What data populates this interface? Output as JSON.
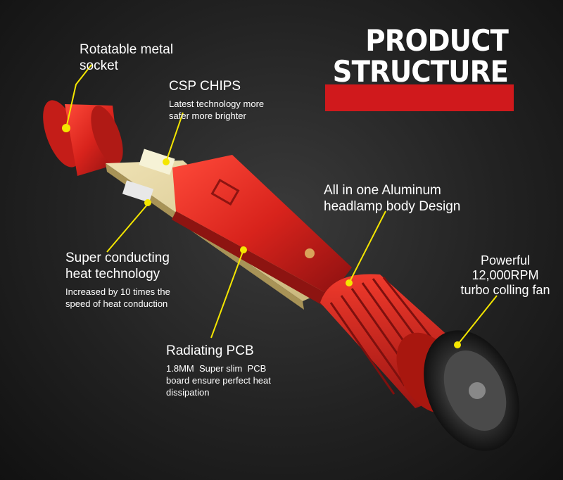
{
  "title": {
    "line1": "PRODUCT",
    "line2": "STRUCTURE"
  },
  "colors": {
    "accent_red": "#d0191c",
    "callout_yellow": "#f4e600",
    "body_red": "#d8231c"
  },
  "callouts": {
    "socket": {
      "heading_line1": "Rotatable metal",
      "heading_line2": "socket"
    },
    "chips": {
      "heading": "CSP CHIPS",
      "sub_line1": "Latest technology more",
      "sub_line2": "safer more brighter"
    },
    "heat": {
      "heading_line1": "Super conducting",
      "heading_line2": "heat technology",
      "sub_line1": "Increased by 10 times the",
      "sub_line2": "speed of heat conduction"
    },
    "pcb": {
      "heading": "Radiating PCB",
      "sub_line1": "1.8MM  Super slim  PCB",
      "sub_line2": "board ensure perfect heat",
      "sub_line3": "dissipation"
    },
    "body": {
      "heading_line1": "All in one Aluminum",
      "heading_line2": "headlamp body Design"
    },
    "fan": {
      "heading_line1": "Powerful",
      "heading_line2": "12,000RPM",
      "heading_line3": "turbo colling fan"
    }
  }
}
